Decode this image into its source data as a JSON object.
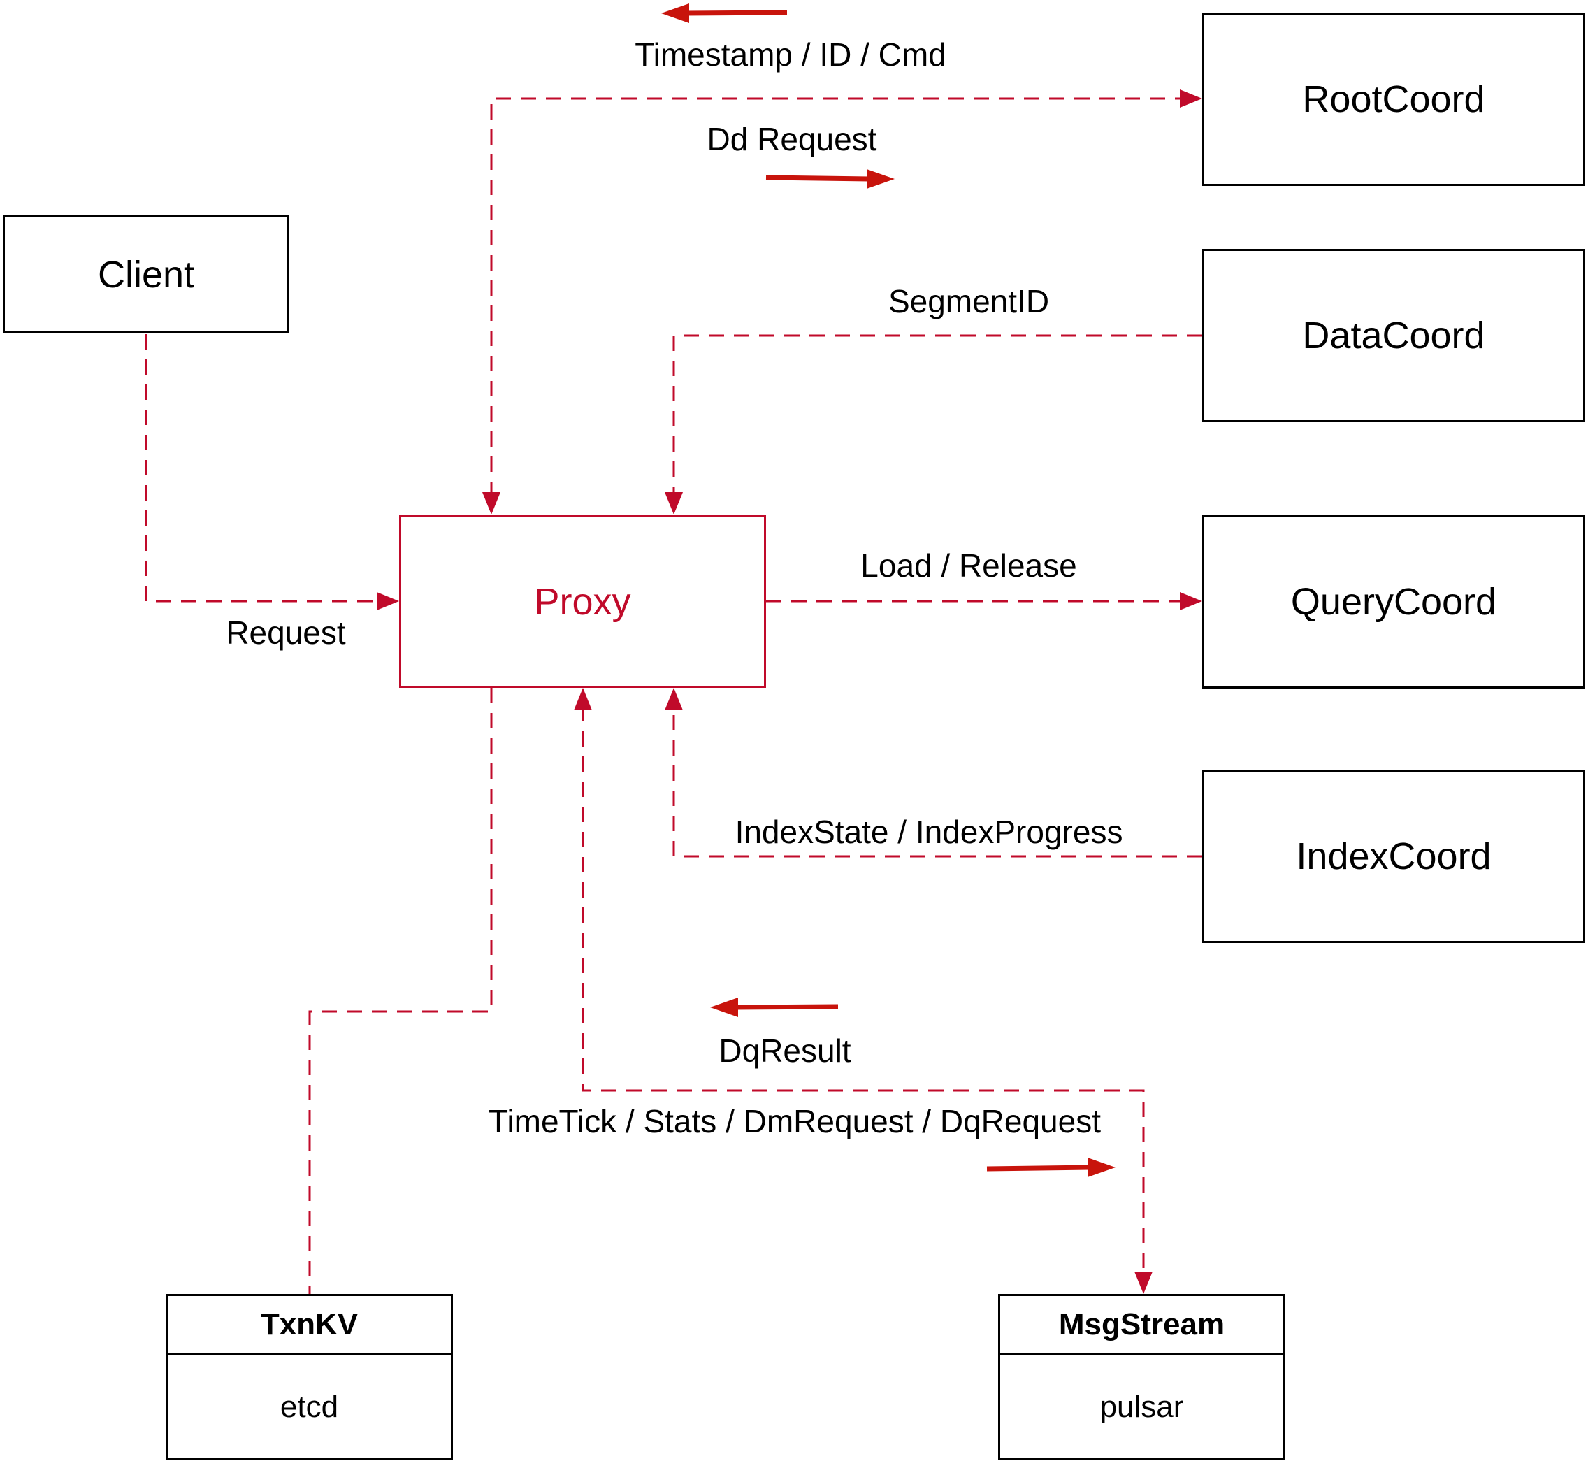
{
  "nodes": {
    "client": "Client",
    "proxy": "Proxy",
    "root_coord": "RootCoord",
    "data_coord": "DataCoord",
    "query_coord": "QueryCoord",
    "index_coord": "IndexCoord"
  },
  "stores": {
    "txn_kv": {
      "title": "TxnKV",
      "impl": "etcd"
    },
    "msg_stream": {
      "title": "MsgStream",
      "impl": "pulsar"
    }
  },
  "edges": {
    "request": "Request",
    "timestamp_id_cmd": "Timestamp / ID / Cmd",
    "dd_request": "Dd Request",
    "segment_id": "SegmentID",
    "load_release": "Load / Release",
    "index_state_progress": "IndexState / IndexProgress",
    "dq_result": "DqResult",
    "timetick_stats_dm_dq": "TimeTick / Stats / DmRequest / DqRequest"
  },
  "colors": {
    "link": "#c00a2a",
    "direction_arrow": "#c8140c",
    "proxy": "#c00a2a",
    "box_border": "#000000"
  }
}
